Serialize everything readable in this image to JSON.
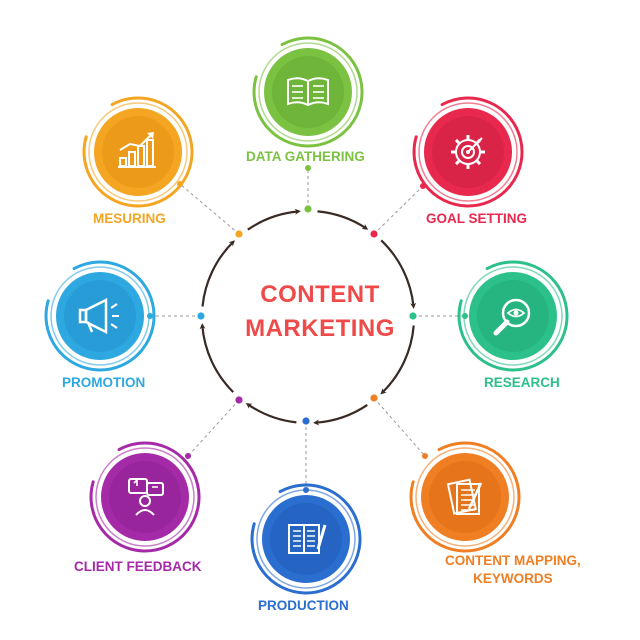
{
  "center": {
    "line1": "CONTENT",
    "line2": "MARKETING"
  },
  "colors": {
    "accent": "#ef4a4a",
    "arrows": "#3a2a24",
    "connector": "#9a9a9a"
  },
  "steps": [
    {
      "label": "DATA GATHERING",
      "icon": "open-book-icon",
      "color": "#7cc242",
      "dark": "#5a9e2a"
    },
    {
      "label": "GOAL SETTING",
      "icon": "gear-target-icon",
      "color": "#e8284d",
      "dark": "#c01c3c"
    },
    {
      "label": "RESEARCH",
      "icon": "magnifier-eye-icon",
      "color": "#2cc08a",
      "dark": "#1d9e70"
    },
    {
      "label": "CONTENT MAPPING,",
      "label2": "KEYWORDS",
      "icon": "document-pen-icon",
      "color": "#f07e22",
      "dark": "#d0620e"
    },
    {
      "label": "PRODUCTION",
      "icon": "notebook-pen-icon",
      "color": "#2a6ed0",
      "dark": "#1c52a8"
    },
    {
      "label": "CLIENT FEEDBACK",
      "icon": "feedback-chat-icon",
      "color": "#a52aa8",
      "dark": "#841c88"
    },
    {
      "label": "PROMOTION",
      "icon": "megaphone-icon",
      "color": "#2ea8e0",
      "dark": "#1a88c4"
    },
    {
      "label": "MESURING",
      "icon": "growth-chart-icon",
      "color": "#f4a521",
      "dark": "#d98a0c"
    }
  ]
}
